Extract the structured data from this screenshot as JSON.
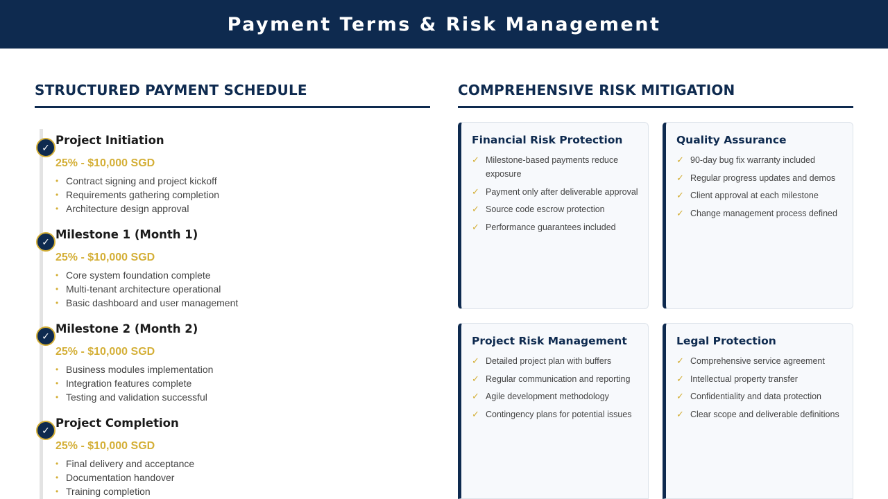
{
  "header": {
    "title": "Payment Terms & Risk Management"
  },
  "left": {
    "title": "STRUCTURED PAYMENT SCHEDULE",
    "milestones": [
      {
        "title": "Project Initiation",
        "amount": "25% - $10,000 SGD",
        "items": [
          "Contract signing and project kickoff",
          "Requirements gathering completion",
          "Architecture design approval"
        ]
      },
      {
        "title": "Milestone 1 (Month 1)",
        "amount": "25% - $10,000 SGD",
        "items": [
          "Core system foundation complete",
          "Multi-tenant architecture operational",
          "Basic dashboard and user management"
        ]
      },
      {
        "title": "Milestone 2 (Month 2)",
        "amount": "25% - $10,000 SGD",
        "items": [
          "Business modules implementation",
          "Integration features complete",
          "Testing and validation successful"
        ]
      },
      {
        "title": "Project Completion",
        "amount": "25% - $10,000 SGD",
        "items": [
          "Final delivery and acceptance",
          "Documentation handover",
          "Training completion"
        ]
      }
    ]
  },
  "right": {
    "title": "COMPREHENSIVE RISK MITIGATION",
    "cards": [
      {
        "title": "Financial Risk Protection",
        "items": [
          "Milestone-based payments reduce exposure",
          "Payment only after deliverable approval",
          "Source code escrow protection",
          "Performance guarantees included"
        ]
      },
      {
        "title": "Quality Assurance",
        "items": [
          "90-day bug fix warranty included",
          "Regular progress updates and demos",
          "Client approval at each milestone",
          "Change management process defined"
        ]
      },
      {
        "title": "Project Risk Management",
        "items": [
          "Detailed project plan with buffers",
          "Regular communication and reporting",
          "Agile development methodology",
          "Contingency plans for potential issues"
        ]
      },
      {
        "title": "Legal Protection",
        "items": [
          "Comprehensive service agreement",
          "Intellectual property transfer",
          "Confidentiality and data protection",
          "Clear scope and deliverable definitions"
        ]
      }
    ]
  },
  "icons": {
    "milestone": "check-circle-icon",
    "list": "checkmark-icon"
  },
  "colors": {
    "navy": "#0e2a4f",
    "gold": "#d4af37"
  }
}
